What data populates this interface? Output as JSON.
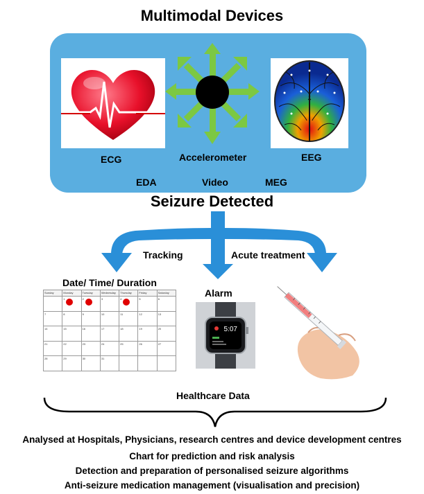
{
  "title": "Multimodal Devices",
  "devices": {
    "ecg": "ECG",
    "accelerometer": "Accelerometer",
    "eeg": "EEG",
    "eda": "EDA",
    "video": "Video",
    "meg": "MEG"
  },
  "seizure_detected": "Seizure Detected",
  "branches": {
    "tracking": "Tracking",
    "acute_treatment": "Acute treatment"
  },
  "calendar": {
    "heading": "Date/ Time/ Duration",
    "days": [
      "Sunday",
      "Monday",
      "Tuesday",
      "Wednesday",
      "Thursday",
      "Friday",
      "Saturday"
    ],
    "weeks": [
      [
        "",
        "1",
        "2",
        "3",
        "4",
        "5",
        "6"
      ],
      [
        "7",
        "8",
        "9",
        "10",
        "11",
        "12",
        "13"
      ],
      [
        "14",
        "15",
        "16",
        "17",
        "18",
        "19",
        "20"
      ],
      [
        "21",
        "22",
        "23",
        "24",
        "25",
        "26",
        "27"
      ],
      [
        "28",
        "29",
        "30",
        "31",
        "",
        "",
        ""
      ]
    ],
    "marked_days": [
      "1",
      "2",
      "4"
    ]
  },
  "alarm": {
    "label": "Alarm",
    "watch_time": "5:07"
  },
  "healthcare_data": "Healthcare Data",
  "bottom_lines": [
    "Analysed at Hospitals, Physicians, research centres and device development centres",
    "Chart for prediction and risk analysis",
    "Detection and preparation of personalised seizure algorithms",
    "Anti-seizure medication management (visualisation and precision)"
  ],
  "colors": {
    "panel": "#5aaee0",
    "arrow_blue": "#2a8fd8",
    "green_arrow": "#7cc843",
    "heart_red": "#e8102a",
    "marker_red": "#e00000"
  }
}
